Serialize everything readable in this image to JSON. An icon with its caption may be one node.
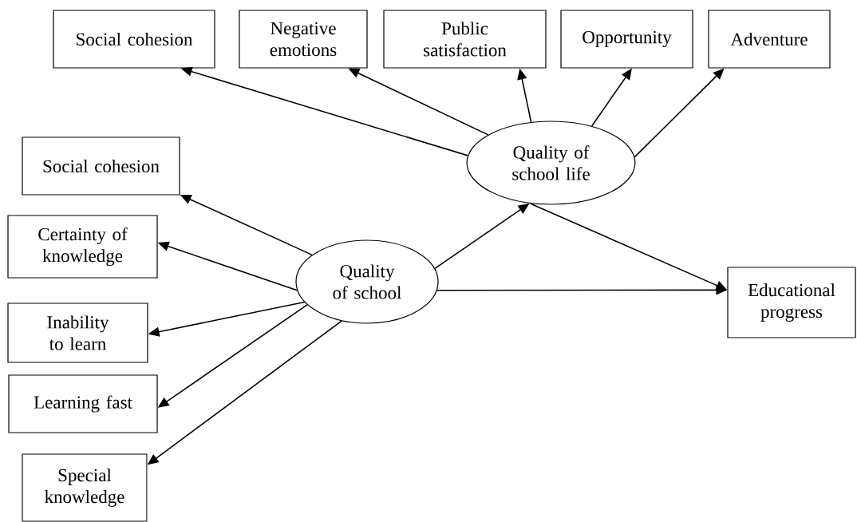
{
  "diagram": {
    "nodes": [
      {
        "text": [
          "Social cohesion"
        ]
      },
      {
        "text": [
          "Negative emotions"
        ]
      },
      {
        "text": [
          "Public satisfaction"
        ]
      },
      {
        "text": [
          "Opportunity"
        ]
      },
      {
        "text": [
          "Adventure"
        ]
      },
      {
        "text": [
          "Quality of school life"
        ]
      },
      {
        "text": [
          "Social cohesion"
        ]
      },
      {
        "text": [
          "Certainty of knowledge"
        ]
      },
      {
        "text": [
          "Quality of school"
        ]
      },
      {
        "text": [
          "Educational progress"
        ]
      },
      {
        "text": [
          "Inability to learn"
        ]
      },
      {
        "text": [
          "Learning fast"
        ]
      },
      {
        "text": [
          "Special knowledge"
        ]
      }
    ],
    "edges": [
      {
        "from": 5,
        "to": 0,
        "arrow": "to"
      },
      {
        "from": 5,
        "to": 1,
        "arrow": "to"
      },
      {
        "from": 5,
        "to": 2,
        "arrow": "to"
      },
      {
        "from": 5,
        "to": 3,
        "arrow": "to"
      },
      {
        "from": 5,
        "to": 4,
        "arrow": "to"
      },
      {
        "from": 5,
        "to": 9,
        "arrow": "to"
      },
      {
        "from": 8,
        "to": 5,
        "arrow": "to"
      },
      {
        "from": 8,
        "to": 9,
        "arrow": "to"
      },
      {
        "from": 8,
        "to": 6,
        "arrow": "to"
      },
      {
        "from": 8,
        "to": 7,
        "arrow": "to"
      },
      {
        "from": 8,
        "to": 10,
        "arrow": "to"
      },
      {
        "from": 8,
        "to": 11,
        "arrow": "to"
      },
      {
        "from": 8,
        "to": 12,
        "arrow": "to"
      }
    ]
  }
}
